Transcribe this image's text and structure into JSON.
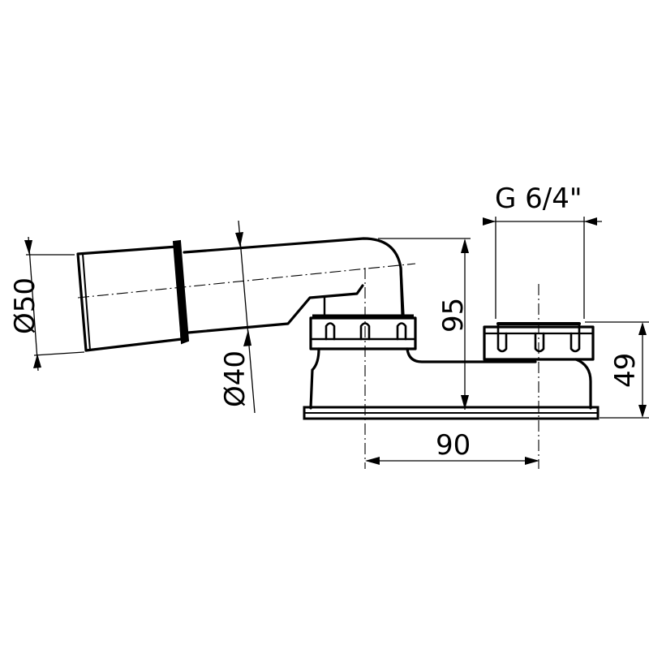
{
  "drawing": {
    "subject": "shower tray siphon with angled outlet pipe",
    "colors": {
      "line": "#000000",
      "background": "#ffffff"
    }
  },
  "dimensions": {
    "outlet_diameter": "Ø50",
    "pipe_diameter": "Ø40",
    "height": "95",
    "thread": "G 6/4\"",
    "overall_height": "49",
    "center_distance": "90"
  }
}
